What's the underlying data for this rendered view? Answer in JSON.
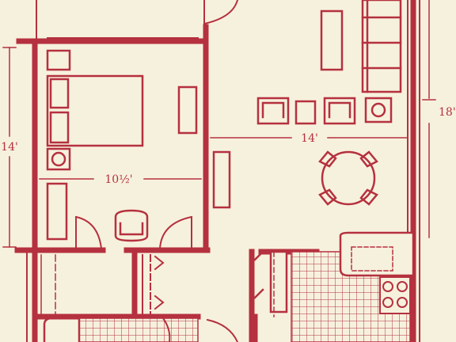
{
  "colors": {
    "paper": "#f6f1dd",
    "ink": "#b5313f"
  },
  "dimensions": {
    "bedroom_width": "10½'",
    "living_width": "14'",
    "bedroom_depth": "14'",
    "living_depth": "18'"
  }
}
